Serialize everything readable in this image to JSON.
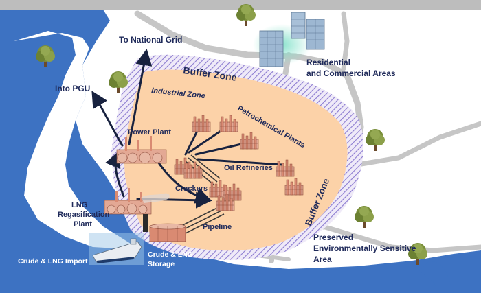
{
  "labels": {
    "national_grid": "To National Grid",
    "into_pgu": "Into PGU",
    "buffer_zone_top": "Buffer Zone",
    "buffer_zone_right": "Buffer Zone",
    "industrial_zone": "Industrial Zone",
    "petrochemical_plants": "Petrochemical Plants",
    "power_plant": "Power Plant",
    "oil_refineries": "Oil Refineries",
    "crackers": "Crackers",
    "pipeline": "Pipeline",
    "lng_line1": "LNG",
    "lng_line2": "Regasification",
    "lng_line3": "Plant",
    "storage_line1": "Crude & LNG",
    "storage_line2": "Storage",
    "crude_import": "Crude & LNG Import",
    "residential_line1": "Residential",
    "residential_line2": "and Commercial Areas",
    "preserved_line1": "Preserved",
    "preserved_line2": "Environmentally Sensitive",
    "preserved_line3": "Area"
  },
  "icons": [
    "tree-icon",
    "building-icon",
    "factory-icon",
    "refinery-icon",
    "tanker-ship-icon",
    "storage-tank-icon"
  ],
  "colors": {
    "water": "#3d72c2",
    "industrial_zone": "#fcd2a8",
    "buffer_hatch": "#8b7bd0",
    "road": "#c6c6c6",
    "plant": "#d9806a",
    "label": "#1f2a5a",
    "arrow": "#18223f"
  }
}
